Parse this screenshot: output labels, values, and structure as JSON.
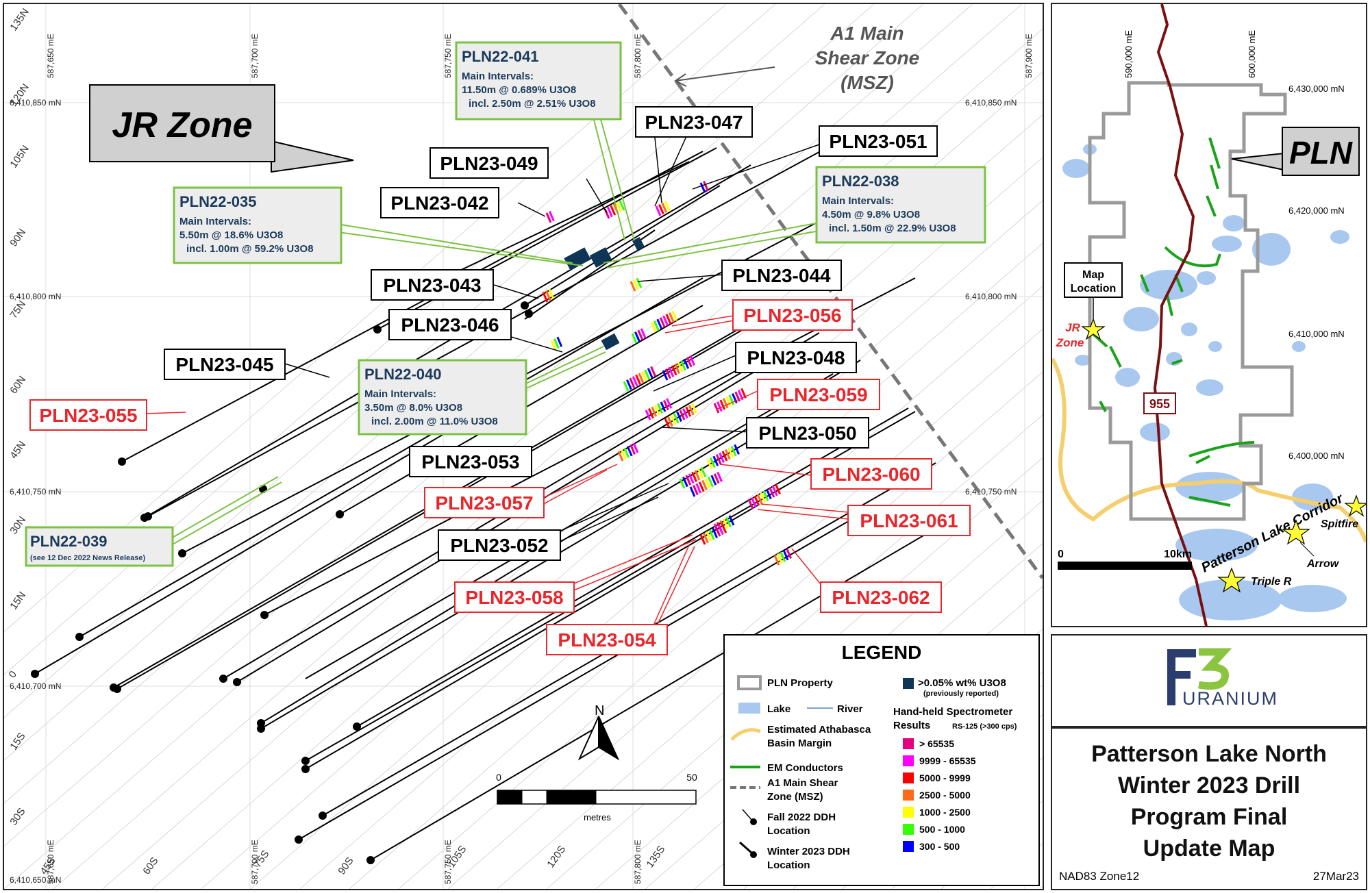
{
  "main_map": {
    "zone_title": "JR Zone",
    "shear_zone_label": [
      "A1 Main",
      "Shear Zone",
      "(MSZ)"
    ],
    "easting_ticks": [
      "587,650 mE",
      "587,700 mE",
      "587,750 mE",
      "587,800 mE",
      "587,900 mE"
    ],
    "northing_ticks": [
      "6,410,850 mN",
      "6,410,800 mN",
      "6,410,750 mN",
      "6,410,700 mN",
      "6,410,650 mN"
    ],
    "northing_ticks_right": [
      "6,410,850 mN",
      "6,410,800 mN",
      "6,410,750 mN"
    ],
    "grid_line_labels": [
      "135N",
      "120N",
      "105N",
      "90N",
      "75N",
      "60N",
      "45N",
      "30N",
      "15N",
      "0",
      "15S",
      "30S",
      "45S",
      "60S",
      "75S",
      "90S",
      "105S",
      "120S",
      "135S"
    ],
    "north_arrow": "N",
    "scale_bar": {
      "start": "0",
      "end": "50",
      "unit": "metres"
    },
    "hole_labels_black": [
      "PLN23-047",
      "PLN23-051",
      "PLN23-049",
      "PLN23-042",
      "PLN23-043",
      "PLN23-044",
      "PLN23-046",
      "PLN23-045",
      "PLN23-048",
      "PLN23-050",
      "PLN23-053",
      "PLN23-052"
    ],
    "hole_labels_red": [
      "PLN23-055",
      "PLN23-056",
      "PLN23-059",
      "PLN23-060",
      "PLN23-057",
      "PLN23-061",
      "PLN23-058",
      "PLN23-062",
      "PLN23-054"
    ],
    "callouts": {
      "pln22_041": {
        "title": "PLN22-041",
        "lines": [
          "Main Intervals:",
          "11.50m @ 0.689% U3O8",
          "incl. 2.50m @ 2.51% U3O8"
        ]
      },
      "pln22_035": {
        "title": "PLN22-035",
        "lines": [
          "Main Intervals:",
          "5.50m @ 18.6% U3O8",
          "incl. 1.00m @ 59.2% U3O8"
        ]
      },
      "pln22_038": {
        "title": "PLN22-038",
        "lines": [
          "Main Intervals:",
          "4.50m @ 9.8% U3O8",
          "incl. 1.50m @ 22.9% U3O8"
        ]
      },
      "pln22_040": {
        "title": "PLN22-040",
        "lines": [
          "Main Intervals:",
          "3.50m @ 8.0% U3O8",
          "incl. 2.00m @ 11.0% U3O8"
        ]
      },
      "pln22_039": {
        "title": "PLN22-039",
        "lines": [
          "(see 12 Dec 2022 News Release)"
        ]
      }
    }
  },
  "legend": {
    "title": "LEGEND",
    "items_left": [
      {
        "label": "PLN Property",
        "symbol": "property"
      },
      {
        "label": "Lake",
        "symbol": "lake"
      },
      {
        "label": "River",
        "symbol": "river"
      },
      {
        "label": "Estimated Athabasca Basin Margin",
        "lines": [
          "Estimated Athabasca",
          "Basin Margin"
        ],
        "symbol": "margin"
      },
      {
        "label": "EM Conductors",
        "symbol": "conductor"
      },
      {
        "label": "A1 Main Shear Zone (MSZ)",
        "lines": [
          "A1 Main Shear",
          "Zone (MSZ)"
        ],
        "symbol": "msz"
      },
      {
        "label": "Fall 2022 DDH Location",
        "lines": [
          "Fall 2022 DDH",
          "Location"
        ],
        "symbol": "ddh"
      },
      {
        "label": "Winter 2023 DDH Location",
        "lines": [
          "Winter 2023 DDH",
          "Location"
        ],
        "symbol": "ddh-thick"
      }
    ],
    "u3o8_label": ">0.05% wt% U3O8",
    "u3o8_note": "(previously reported)",
    "spectrometer_title": [
      "Hand-held Spectrometer",
      "Results"
    ],
    "spectrometer_note": "RS-125 (>300 cps)",
    "ranges": [
      {
        "label": "> 65535",
        "color": "#e6007e"
      },
      {
        "label": "9999 - 65535",
        "color": "#ff00ff"
      },
      {
        "label": "5000 - 9999",
        "color": "#ff0000"
      },
      {
        "label": "2500 - 5000",
        "color": "#ff6a1a"
      },
      {
        "label": "1000 - 2500",
        "color": "#ffff00"
      },
      {
        "label": "500 - 1000",
        "color": "#33ff00"
      },
      {
        "label": "300 - 500",
        "color": "#0000ff"
      }
    ]
  },
  "inset_map": {
    "title": "PLN",
    "easting_ticks": [
      "590,000 mE",
      "600,000 mE"
    ],
    "northing_ticks": [
      "6,430,000 mN",
      "6,420,000 mN",
      "6,410,000 mN",
      "6,400,000 mN"
    ],
    "map_location_label": [
      "Map",
      "Location"
    ],
    "jr_zone_label": [
      "JR",
      "Zone"
    ],
    "highway": "955",
    "corridor": "Patterson Lake Corridor",
    "deposits": [
      "Spitfire",
      "Arrow",
      "Triple R"
    ],
    "scale": {
      "start": "0",
      "end": "10km"
    }
  },
  "logo": {
    "mark": "F3",
    "word": "URANIUM"
  },
  "title_block": {
    "lines": [
      "Patterson Lake North",
      "Winter 2023 Drill",
      "Program Final",
      "Update Map"
    ],
    "datum": "NAD83 Zone12",
    "date": "27Mar23"
  },
  "colors": {
    "high_grade": "#0e3555",
    "callout_border": "#7cc242",
    "red_label": "#e8262b",
    "logo_navy": "#2b3c6e",
    "logo_green": "#8bc53f",
    "lake": "#a9c8f0",
    "highway": "#7a0f12",
    "basin_margin": "#f5cf6e",
    "property": "#9a9a9a"
  }
}
